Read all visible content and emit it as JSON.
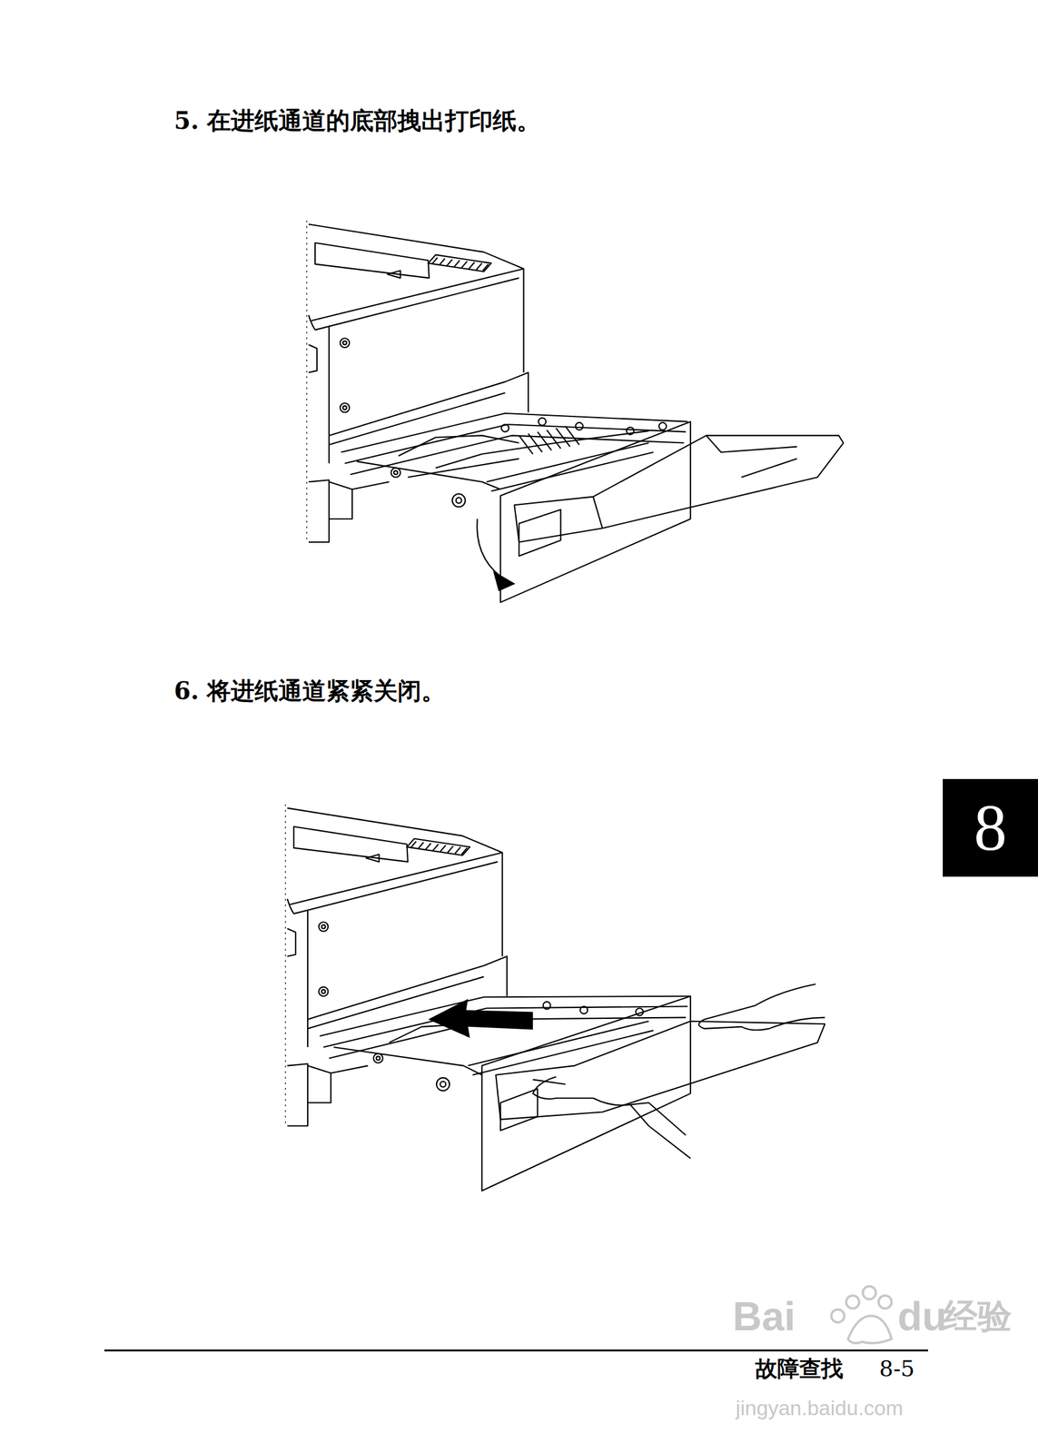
{
  "diagram": {
    "nodes": [
      {
        "text": [
          "8"
        ]
      }
    ],
    "labels": [
      "5. 在进纸通道的底部拽出打印纸。",
      "6. 将进纸通道紧紧关闭。",
      "故障查找",
      "8-5",
      "Bai",
      "du",
      "经验",
      "jingyan.baidu.com"
    ]
  }
}
